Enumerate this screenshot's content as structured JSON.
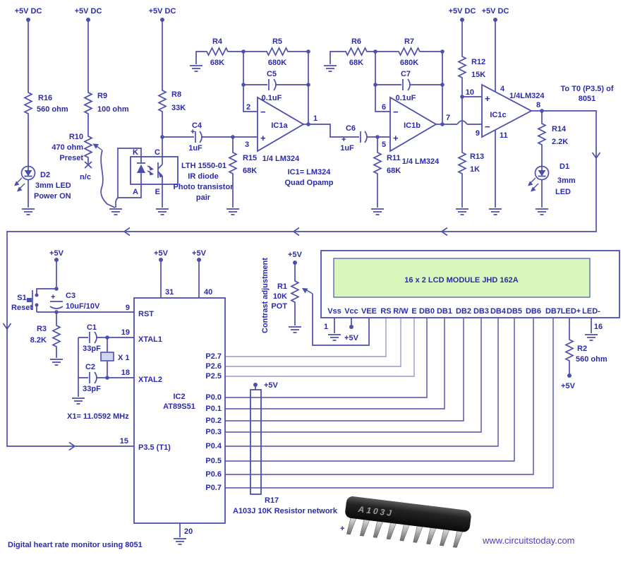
{
  "colors": {
    "wire": "#4d4fae",
    "wire_light": "#9599cd",
    "text": "#2a2aae",
    "lcd_green": "#d9f6bd",
    "website": "#5138c6",
    "photo_body": "#1f1f1f",
    "pin_metal": "#c9c9c9"
  },
  "title": "Digital heart rate monitor using 8051",
  "website": "www.circuitstoday.com",
  "sym": {
    "plus": "+",
    "minus": "−"
  },
  "supply": {
    "vdc": "+5V DC",
    "v5": "+5V"
  },
  "analog": {
    "r16": {
      "ref": "R16",
      "value": "560 ohm"
    },
    "r9": {
      "ref": "R9",
      "value": "100 ohm"
    },
    "r10": {
      "ref": "R10",
      "value": "470 ohm",
      "note": "Preset",
      "nc": "n/c"
    },
    "r8": {
      "ref": "R8",
      "value": "33K"
    },
    "r4": {
      "ref": "R4",
      "value": "68K"
    },
    "r5": {
      "ref": "R5",
      "value": "680K"
    },
    "r6": {
      "ref": "R6",
      "value": "68K"
    },
    "r7": {
      "ref": "R7",
      "value": "680K"
    },
    "r15": {
      "ref": "R15",
      "value": "68K"
    },
    "r11": {
      "ref": "R11",
      "value": "68K"
    },
    "r12": {
      "ref": "R12",
      "value": "15K"
    },
    "r13": {
      "ref": "R13",
      "value": "1K"
    },
    "r14": {
      "ref": "R14",
      "value": "2.2K"
    },
    "c4": {
      "ref": "C4",
      "value": "1uF"
    },
    "c5": {
      "ref": "C5",
      "value": "0.1uF"
    },
    "c6": {
      "ref": "C6",
      "value": "1uF"
    },
    "c7": {
      "ref": "C7",
      "value": "0.1uF"
    },
    "d2": {
      "ref": "D2",
      "size": "3mm LED",
      "note": "Power ON"
    },
    "d1": {
      "ref": "D1",
      "size": "3mm",
      "type": "LED"
    },
    "opto": {
      "pin_k": "K",
      "pin_a": "A",
      "pin_c": "C",
      "pin_e": "E",
      "part": "LTH 1550-01",
      "line2": "IR diode",
      "line3": "Photo transistor",
      "line4": "pair"
    },
    "ic1a": {
      "ref": "IC1a",
      "pin_inv": "2",
      "pin_non": "3",
      "pin_out": "1",
      "quarter": "1/4 LM324"
    },
    "ic1b": {
      "ref": "IC1b",
      "pin_inv": "6",
      "pin_non": "5",
      "pin_out": "7",
      "quarter": "1/4 LM324"
    },
    "ic1c": {
      "ref": "IC1c",
      "pin_non": "10",
      "pin_inv": "9",
      "pin_out": "8",
      "pin_vcc": "4",
      "pin_gnd": "11",
      "quarter": "1/4LM324"
    },
    "ic1_note1": "IC1= LM324",
    "ic1_note2": "Quad Opamp",
    "to_t0_line1": "To T0 (P3.5) of",
    "to_t0_line2": "8051"
  },
  "digital": {
    "s1": {
      "ref": "S1",
      "label": "Reset"
    },
    "c3": {
      "ref": "C3",
      "value": "10uF/10V"
    },
    "r3": {
      "ref": "R3",
      "value": "8.2K"
    },
    "c1": {
      "ref": "C1",
      "value": "33pF"
    },
    "c2": {
      "ref": "C2",
      "value": "33pF"
    },
    "x1": {
      "ref": "X 1",
      "note": "X1= 11.0592 MHz"
    },
    "mcu": {
      "ref": "IC2",
      "part": "AT89S51",
      "pin_rst": "RST",
      "pin_xtal1": "XTAL1",
      "pin_xtal2": "XTAL2",
      "pin_p35": "P3.5 (T1)",
      "num_rst": "9",
      "num_xtal1": "19",
      "num_xtal2": "18",
      "num_p35": "15",
      "num_ea": "31",
      "num_vcc": "40",
      "num_gnd": "20",
      "p2": [
        "P2.7",
        "P2.6",
        "P2.5"
      ],
      "p0": [
        "P0.0",
        "P0.1",
        "P0.2",
        "P0.3",
        "P0.4",
        "P0.5",
        "P0.6",
        "P0.7"
      ]
    },
    "r17": {
      "ref": "R17",
      "desc": "A103J  10K Resistor network"
    },
    "r1": {
      "ref": "R1",
      "value": "10K",
      "type": "POT",
      "note": "Contrast adjustment"
    },
    "r2": {
      "ref": "R2",
      "value": "560 ohm"
    },
    "lcd": {
      "title": "16 x 2 LCD MODULE  JHD  162A",
      "pin1": "1",
      "pin16": "16",
      "pins": [
        "Vss",
        "Vcc",
        "VEE",
        "RS",
        "R/W",
        "E",
        "DB0",
        "DB1",
        "DB2",
        "DB3",
        "DB4",
        "DB5",
        "DB6",
        "DB7",
        "LED+",
        "LED-"
      ]
    }
  },
  "photo": {
    "marking": "A103J"
  }
}
